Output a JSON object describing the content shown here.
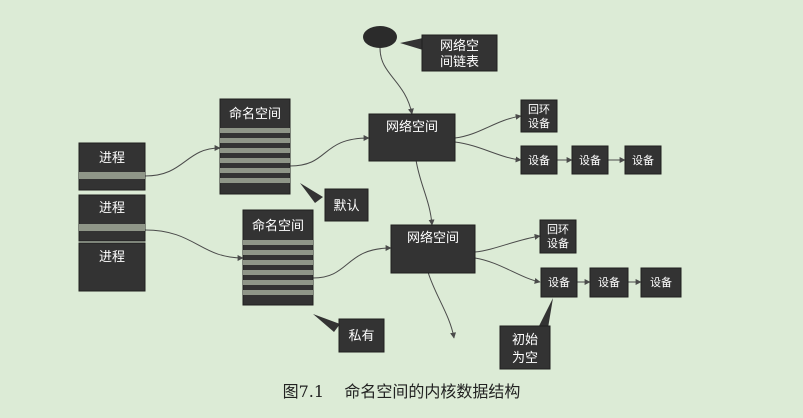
{
  "labels": {
    "process1": "进程",
    "process2": "进程",
    "process3": "进程",
    "ns1_title": "命名空间",
    "ns2_title": "命名空间",
    "net1": "网络空间",
    "net2": "网络空间",
    "netlist": [
      "网络空",
      "间链表"
    ],
    "loop1": [
      "回环",
      "设备"
    ],
    "loop2": [
      "回环",
      "设备"
    ],
    "dev1a": "设备",
    "dev1b": "设备",
    "dev1c": "设备",
    "dev2a": "设备",
    "dev2b": "设备",
    "dev2c": "设备",
    "default": "默认",
    "private": "私有",
    "init_empty": [
      "初始",
      "为空"
    ]
  },
  "caption": {
    "number": "图7.1",
    "text": "命名空间的内核数据结构"
  }
}
